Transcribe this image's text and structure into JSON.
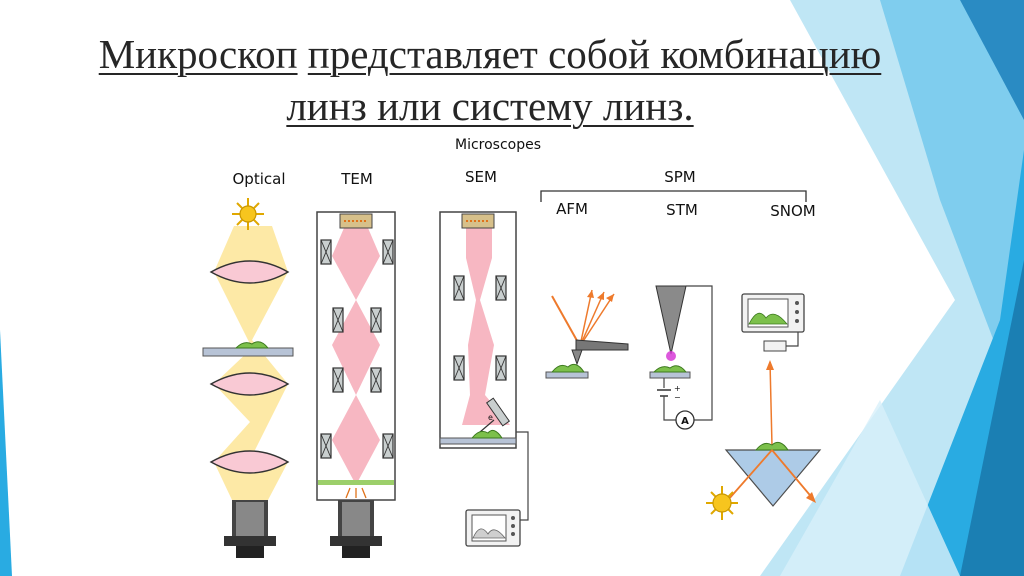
{
  "slide": {
    "title_word1": "Микроскоп",
    "title_rest": "представляет собой комбинацию",
    "title_line2": "линз или систему линз."
  },
  "diagram": {
    "heading": "Microscopes",
    "labels": {
      "optical": "Optical",
      "tem": "TEM",
      "sem": "SEM",
      "spm": "SPM",
      "afm": "AFM",
      "stm": "STM",
      "snom": "SNOM"
    },
    "stm_meter_label": "A",
    "stm_battery_plus": "+",
    "stm_battery_minus": "−",
    "sem_detector_label": "e",
    "colors": {
      "beam_light": "#fde9a6",
      "beam_electron": "#f7b7c2",
      "lens_fill": "#f9c9d4",
      "coil_fill": "#c9cfcf",
      "sample_green": "#7cc04b",
      "accent_blue": "#29abe2",
      "laser": "#ee7a2c"
    }
  }
}
